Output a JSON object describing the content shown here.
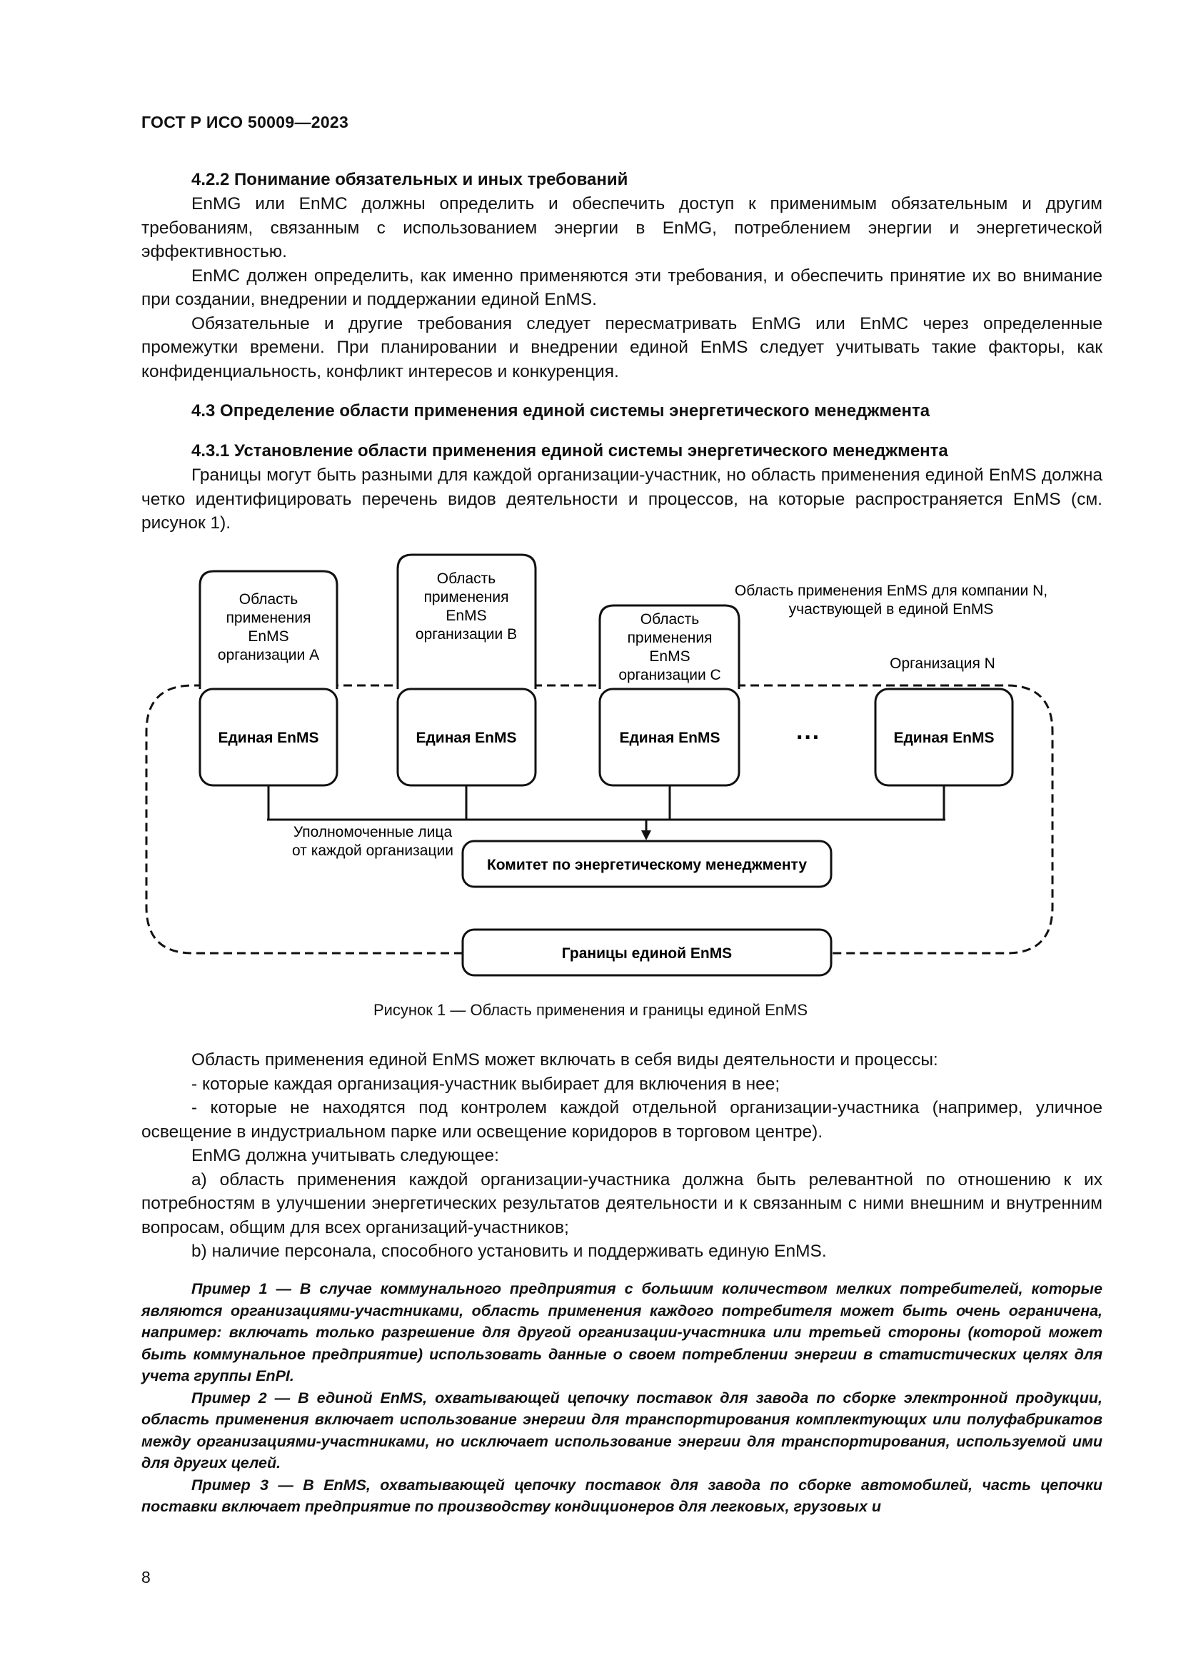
{
  "header": {
    "code": "ГОСТ Р ИСО 50009—2023"
  },
  "section_422": {
    "heading": "4.2.2 Понимание обязательных и иных требований",
    "paragraphs": [
      "EnMG или EnMC должны определить и обеспечить доступ к применимым обязательным и другим требованиям, связанным с использованием энергии в EnMG, потреблением энергии и энергетической эффективностью.",
      "EnMC должен определить, как именно применяются эти требования, и обеспечить принятие их во внимание при создании, внедрении и поддержании единой EnMS.",
      "Обязательные и другие требования следует пересматривать EnMG или EnMC через определенные промежутки времени. При планировании и внедрении единой EnMS следует учитывать такие факторы, как конфиденциальность, конфликт интересов и конкуренция."
    ]
  },
  "section_43": {
    "heading": "4.3 Определение области применения единой системы энергетического менеджмента"
  },
  "section_431": {
    "heading": "4.3.1 Установление области применения единой системы энергетического менеджмента",
    "paragraphs": [
      "Границы могут быть разными для каждой организации-участник, но область применения единой EnMS должна четко идентифицировать перечень видов деятельности и процессов, на которые распространяется EnMS (см. рисунок 1)."
    ]
  },
  "figure": {
    "scope_a": [
      "Область",
      "применения",
      "EnMS",
      "организации A"
    ],
    "scope_b": [
      "Область",
      "применения",
      "EnMS",
      "организации B"
    ],
    "scope_c": [
      "Область",
      "применения",
      "EnMS",
      "организации C"
    ],
    "scope_n": [
      "Область применения EnMS для компании N,",
      "участвующей в единой EnMS"
    ],
    "org_n": "Организация N",
    "unified": "Единая EnMS",
    "ellipsis": "···",
    "authorized": [
      "Уполномоченные лица",
      "от каждой организации"
    ],
    "committee": "Комитет по энергетическому менеджменту",
    "boundary": "Границы единой EnMS",
    "caption": "Рисунок 1 — Область применения и границы единой EnMS"
  },
  "after_figure": {
    "paragraphs": [
      "Область применения единой EnMS может включать в себя виды деятельности и процессы:",
      "- которые каждая организация-участник выбирает для включения в нее;",
      "- которые не находятся под контролем каждой отдельной организации-участника (например, уличное освещение в индустриальном парке или освещение коридоров в торговом центре).",
      "EnMG должна учитывать следующее:",
      "a) область применения каждой организации-участника должна быть релевантной по отношению к их потребностям в улучшении энергетических результатов деятельности и к связанным с ними внешним и внутренним вопросам, общим для всех организаций-участников;",
      "b) наличие персонала, способного установить и поддерживать единую EnMS."
    ]
  },
  "examples": [
    "Пример 1 — В случае коммунального предприятия с большим количеством мелких потребителей, которые являются организациями-участниками, область применения каждого потребителя может быть очень ограничена, например: включать только разрешение для другой организации-участника или третьей стороны (которой может быть коммунальное предприятие) использовать данные о своем потреблении энергии в статистических целях для учета группы EnPI.",
    "Пример 2 — В единой EnMS, охватывающей цепочку поставок для завода по сборке электронной продукции, область применения включает использование энергии для транспортирования комплектующих или полуфабрикатов между организациями-участниками, но исключает использование энергии для транспортирования, используемой ими для других целей.",
    "Пример 3 — В EnMS, охватывающей цепочку поставок для завода по сборке автомобилей, часть цепочки поставки включает предприятие по производству кондиционеров для легковых, грузовых и"
  ],
  "page_number": "8"
}
